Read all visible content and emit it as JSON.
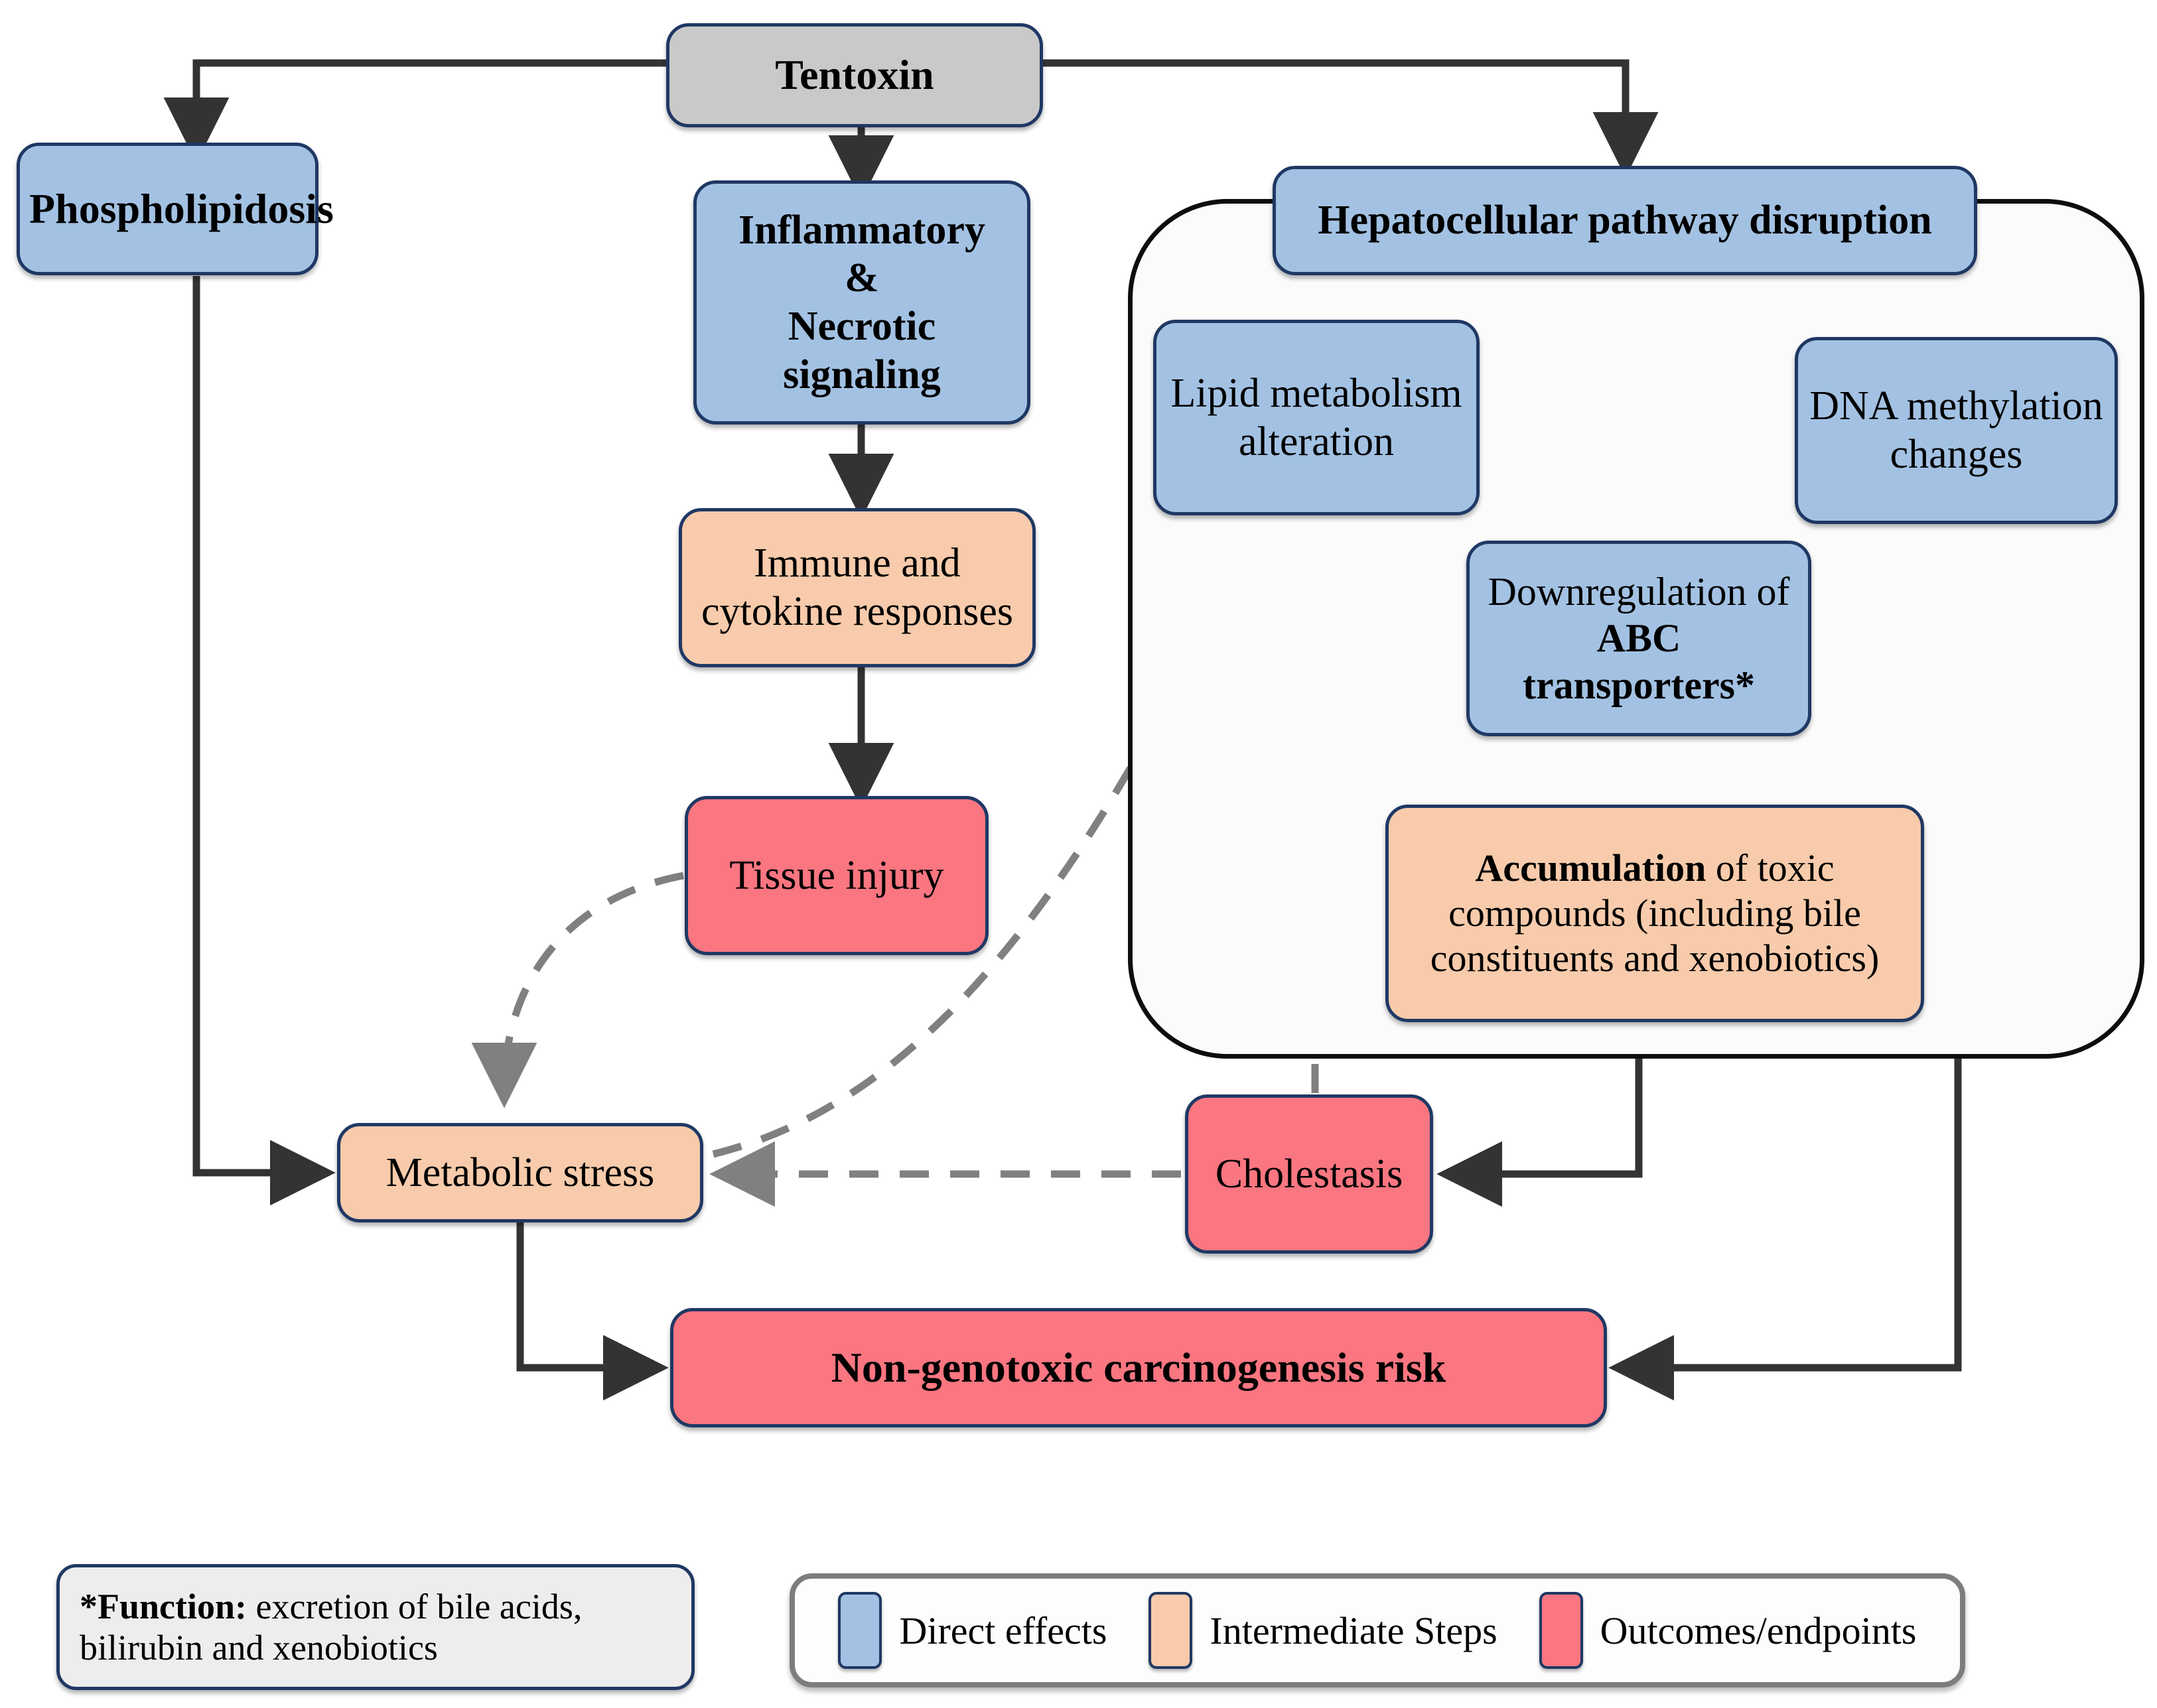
{
  "diagram": {
    "title": "Tentoxin hepatotoxicity pathway",
    "colors": {
      "direct_effects": "#a3c2e3",
      "intermediate_steps": "#f7cbab",
      "outcomes_endpoints": "#fa7681",
      "source_node": "#c9c9c9",
      "node_border": "#1f3864",
      "container_border": "#0d0d0d",
      "solid_arrow": "#333333",
      "dashed_arrow": "#808080",
      "legend_border": "#7d7d7d",
      "footnote_fill": "#ededed"
    },
    "nodes": {
      "tentoxin": "Tentoxin",
      "phospholipidosis": "Phospholipidosis",
      "inflammatory_line1": "Inflammatory",
      "inflammatory_line2": "&",
      "inflammatory_line3": "Necrotic",
      "inflammatory_line4": "signaling",
      "immune_cytokine": "Immune and cytokine responses",
      "tissue_injury": "Tissue injury",
      "hepatocellular": "Hepatocellular pathway disruption",
      "lipid_metabolism": "Lipid metabolism alteration",
      "dna_methylation": "DNA methylation changes",
      "abc_normal": "Downregulation of ",
      "abc_bold": "ABC transporters*",
      "accumulation_bold": "Accumulation",
      "accumulation_rest": " of toxic compounds (including bile constituents and xenobiotics)",
      "metabolic_stress": "Metabolic stress",
      "cholestasis": "Cholestasis",
      "carcinogenesis": "Non-genotoxic carcinogenesis risk"
    },
    "footnote": {
      "marker_bold": "*Function:",
      "text": " excretion of bile acids, bilirubin and xenobiotics"
    },
    "legend": {
      "items": [
        {
          "label": "Direct effects",
          "color": "#a3c2e3"
        },
        {
          "label": "Intermediate Steps",
          "color": "#f7cbab"
        },
        {
          "label": "Outcomes/endpoints",
          "color": "#fa7681"
        }
      ]
    }
  }
}
